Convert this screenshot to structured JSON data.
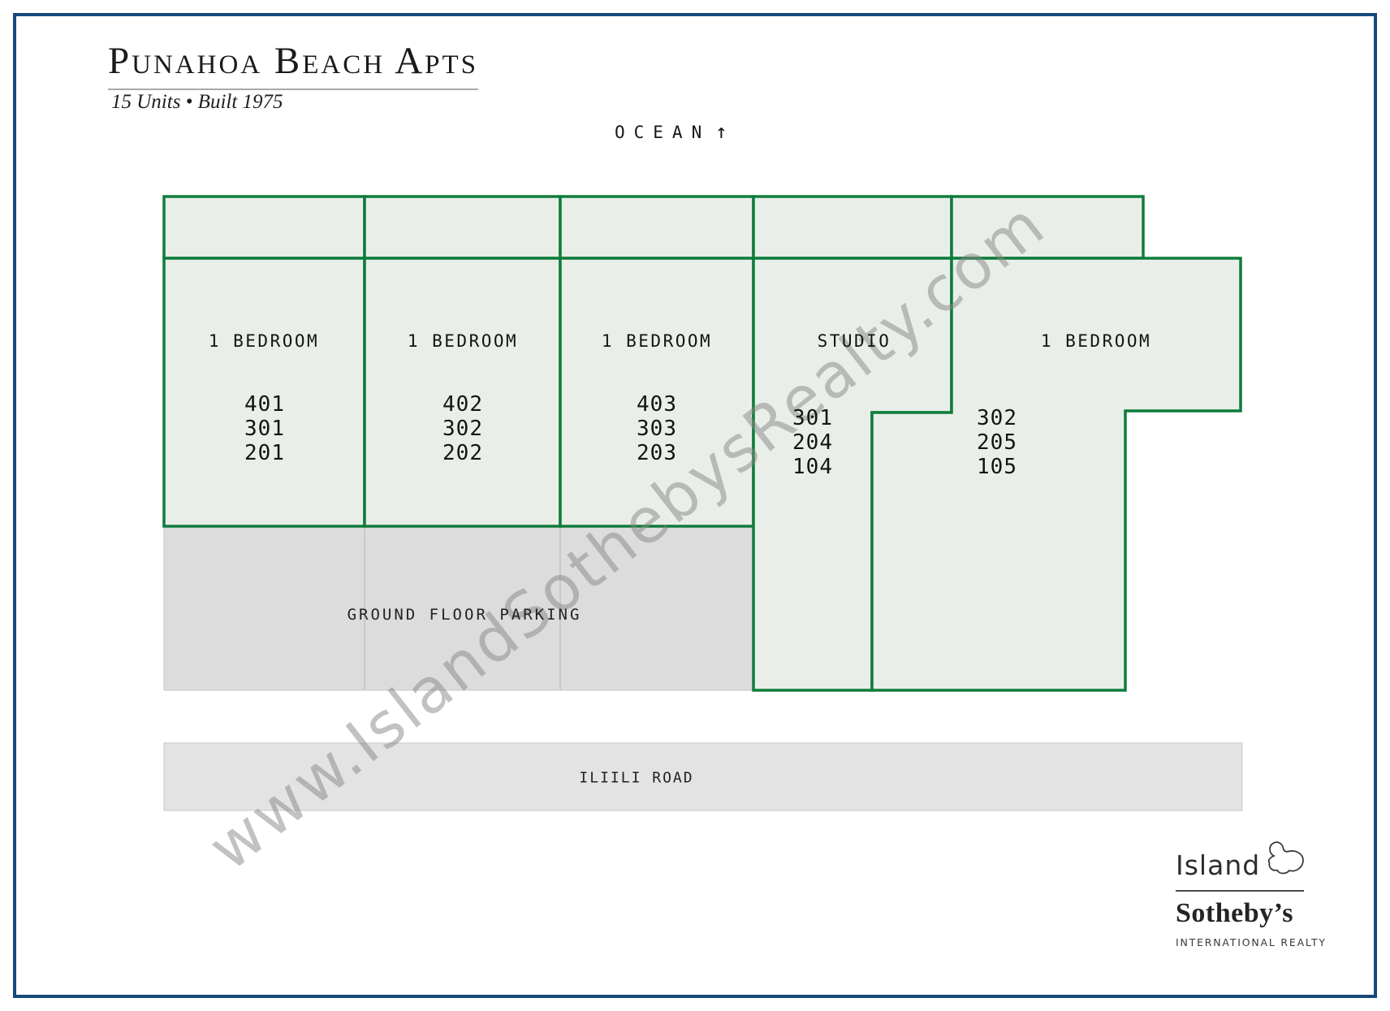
{
  "header": {
    "title": "Punahoa Beach Apts",
    "subtitle": "15 Units • Built 1975"
  },
  "ocean": {
    "label": "OCEAN",
    "arrow": "↑"
  },
  "diagram": {
    "blocks": [
      {
        "type_label": "1 BEDROOM",
        "units": [
          "401",
          "301",
          "201"
        ]
      },
      {
        "type_label": "1 BEDROOM",
        "units": [
          "402",
          "302",
          "202"
        ]
      },
      {
        "type_label": "1 BEDROOM",
        "units": [
          "403",
          "303",
          "203"
        ]
      },
      {
        "type_label": "STUDIO",
        "units": [
          "301",
          "204",
          "104"
        ]
      },
      {
        "type_label": "1 BEDROOM",
        "units": [
          "302",
          "205",
          "105"
        ]
      }
    ],
    "parking_label": "GROUND FLOOR PARKING",
    "road_label": "ILIILI ROAD"
  },
  "watermark": {
    "text": "www.IslandSothebysRealty.com"
  },
  "logo": {
    "island": "Island",
    "brand": "Sotheby’s",
    "subtitle": "INTERNATIONAL REALTY",
    "island_icon": "maui-island-outline-icon"
  },
  "colors": {
    "frame_navy": "#17497c",
    "unit_fill": "#e9efe8",
    "unit_border": "#0e7c3b",
    "parking_fill": "#dcdcdc",
    "road_fill": "#e3e3e3",
    "watermark_gray": "#868686"
  }
}
